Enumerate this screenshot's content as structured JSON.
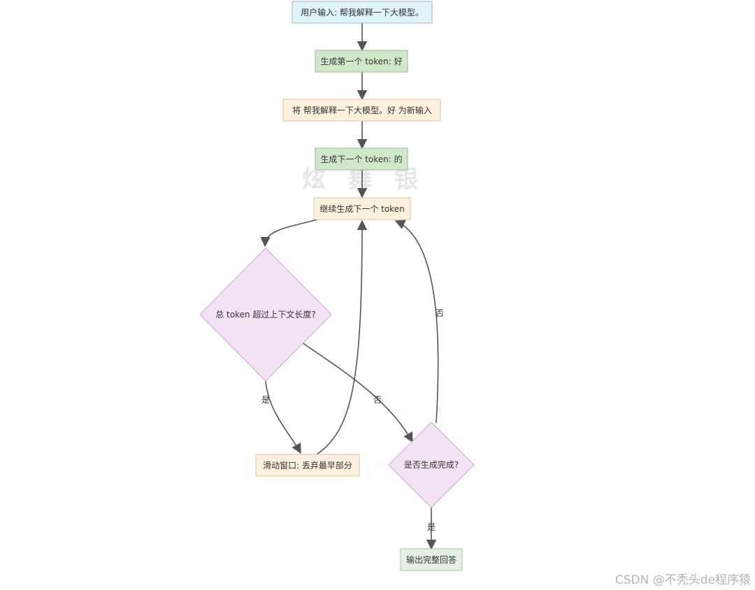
{
  "colors": {
    "input_fill": "#dff3fb",
    "input_stroke": "#9fb4c0",
    "green_fill": "#cfe8c8",
    "green_stroke": "#9cb89a",
    "orange_fill": "#fdf0dc",
    "orange_stroke": "#d9c6a5",
    "purple_fill": "#f3e1f4",
    "purple_stroke": "#c9a9cc",
    "output_fill": "#e3f1e2",
    "output_stroke": "#a9c2a8",
    "edge": "#555555"
  },
  "nodes": {
    "user_input": "用户输入: 帮我解释一下大模型。",
    "first_token": "生成第一个 token: 好",
    "new_input": "将 帮我解释一下大模型。好 为新输入",
    "next_token": "生成下一个 token: 的",
    "continue": "继续生成下一个 token",
    "exceed_check": "总 token 超过上下文长度?",
    "sliding_window": "滑动窗口: 丢弃最早部分",
    "done_check": "是否生成完成?",
    "output": "输出完整回答"
  },
  "edge_labels": {
    "exceed_yes": "是",
    "exceed_no": "否",
    "done_no": "否",
    "done_yes": "是"
  },
  "watermark": "炫 舞 银",
  "credit": "CSDN @不秃头de程序猿"
}
